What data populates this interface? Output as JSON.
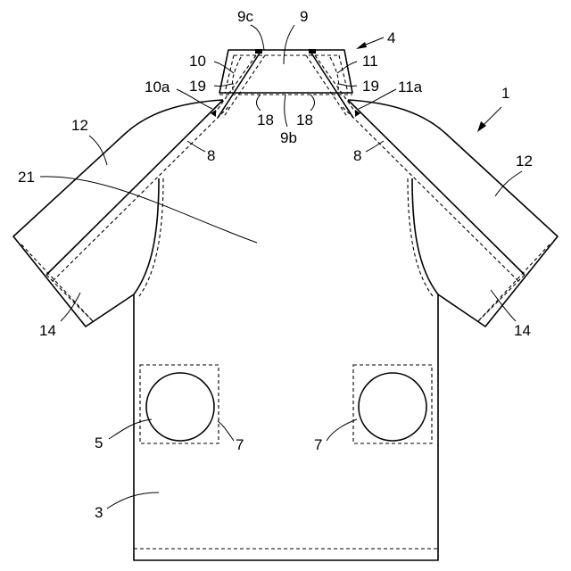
{
  "labels": {
    "n1": "1",
    "n3": "3",
    "n4": "4",
    "n5": "5",
    "n7_left": "7",
    "n7_right": "7",
    "n8_left": "8",
    "n8_right": "8",
    "n9": "9",
    "n9b": "9b",
    "n9c": "9c",
    "n10": "10",
    "n10a": "10a",
    "n11": "11",
    "n11a": "11a",
    "n12_left": "12",
    "n12_right": "12",
    "n14_left": "14",
    "n14_right": "14",
    "n18_left": "18",
    "n18_right": "18",
    "n19_left": "19",
    "n19_right": "19",
    "n21": "21"
  },
  "colors": {
    "line": "#000000",
    "background": "#ffffff"
  }
}
